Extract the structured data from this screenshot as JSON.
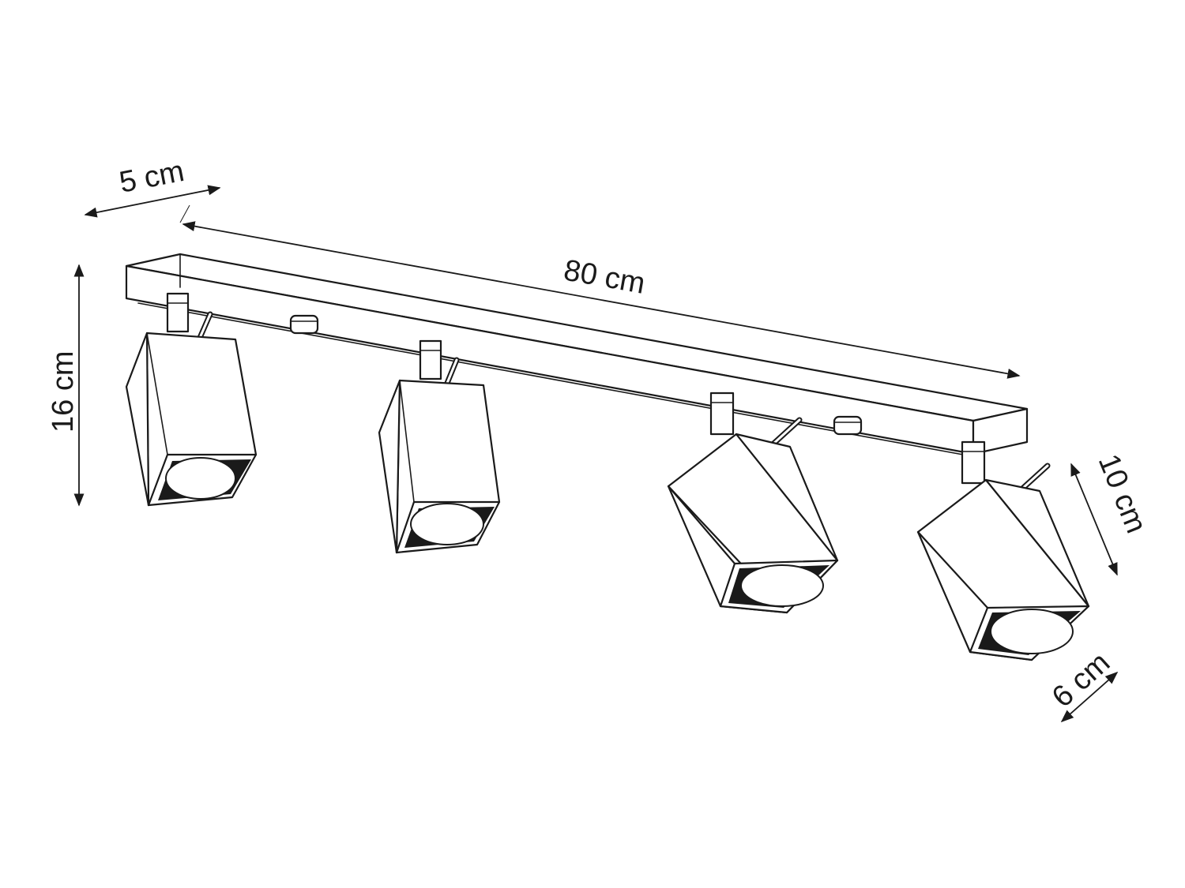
{
  "dimensions": {
    "length": "80 cm",
    "depth": "5 cm",
    "height": "16 cm",
    "spot_height": "10 cm",
    "spot_width": "6 cm"
  },
  "colors": {
    "line": "#1a1a1a",
    "background": "#ffffff"
  }
}
